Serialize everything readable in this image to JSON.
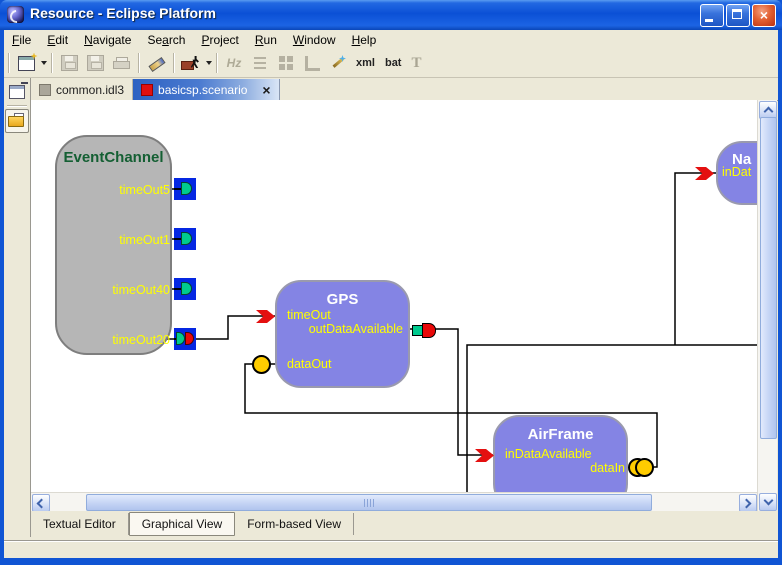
{
  "window": {
    "title": "Resource - Eclipse Platform"
  },
  "icons": {
    "window_close_glyph": "×",
    "tab_close_glyph": "×"
  },
  "menubar": {
    "items": [
      {
        "pre": "",
        "mn": "F",
        "post": "ile"
      },
      {
        "pre": "",
        "mn": "E",
        "post": "dit"
      },
      {
        "pre": "",
        "mn": "N",
        "post": "avigate"
      },
      {
        "pre": "Se",
        "mn": "a",
        "post": "rch"
      },
      {
        "pre": "",
        "mn": "P",
        "post": "roject"
      },
      {
        "pre": "",
        "mn": "R",
        "post": "un"
      },
      {
        "pre": "",
        "mn": "W",
        "post": "indow"
      },
      {
        "pre": "",
        "mn": "H",
        "post": "elp"
      }
    ]
  },
  "toolbar": {
    "hz_label": "Hz",
    "xml_label": "xml",
    "bat_label": "bat",
    "text_label": "T"
  },
  "editor_tabs": [
    {
      "label": "common.idl3"
    },
    {
      "label": "basicsp.scenario"
    }
  ],
  "diagram": {
    "components": [
      {
        "name": "EventChannel",
        "ports": [
          {
            "label": "timeOut5"
          },
          {
            "label": "timeOut1"
          },
          {
            "label": "timeOut40"
          },
          {
            "label": "timeOut20"
          }
        ]
      },
      {
        "name": "GPS",
        "ports": [
          {
            "label": "timeOut"
          },
          {
            "label": "outDataAvailable"
          },
          {
            "label": "dataOut"
          }
        ]
      },
      {
        "name": "AirFrame",
        "ports": [
          {
            "label": "inDataAvailable"
          },
          {
            "label": "dataIn"
          }
        ]
      },
      {
        "name": "Na",
        "ports": [
          {
            "label": "inDat"
          }
        ]
      }
    ]
  },
  "bottom_tabs": [
    {
      "label": "Textual Editor"
    },
    {
      "label": "Graphical View"
    },
    {
      "label": "Form-based View"
    }
  ],
  "colors": {
    "titlebar_blue": "#0b50d6",
    "chrome_beige": "#ece9d8",
    "component_purple": "#8484e4",
    "eventchannel_gray": "#b6b6b6",
    "eventchannel_title_green": "#145f33",
    "port_label_yellow": "#ffff00",
    "facet_green": "#00ca8e",
    "event_sink_red": "#e80808",
    "receptacle_yellow": "#ffcc00",
    "port_square_blue": "#0527e2",
    "selected_tab_blue": "#2d62c2"
  }
}
